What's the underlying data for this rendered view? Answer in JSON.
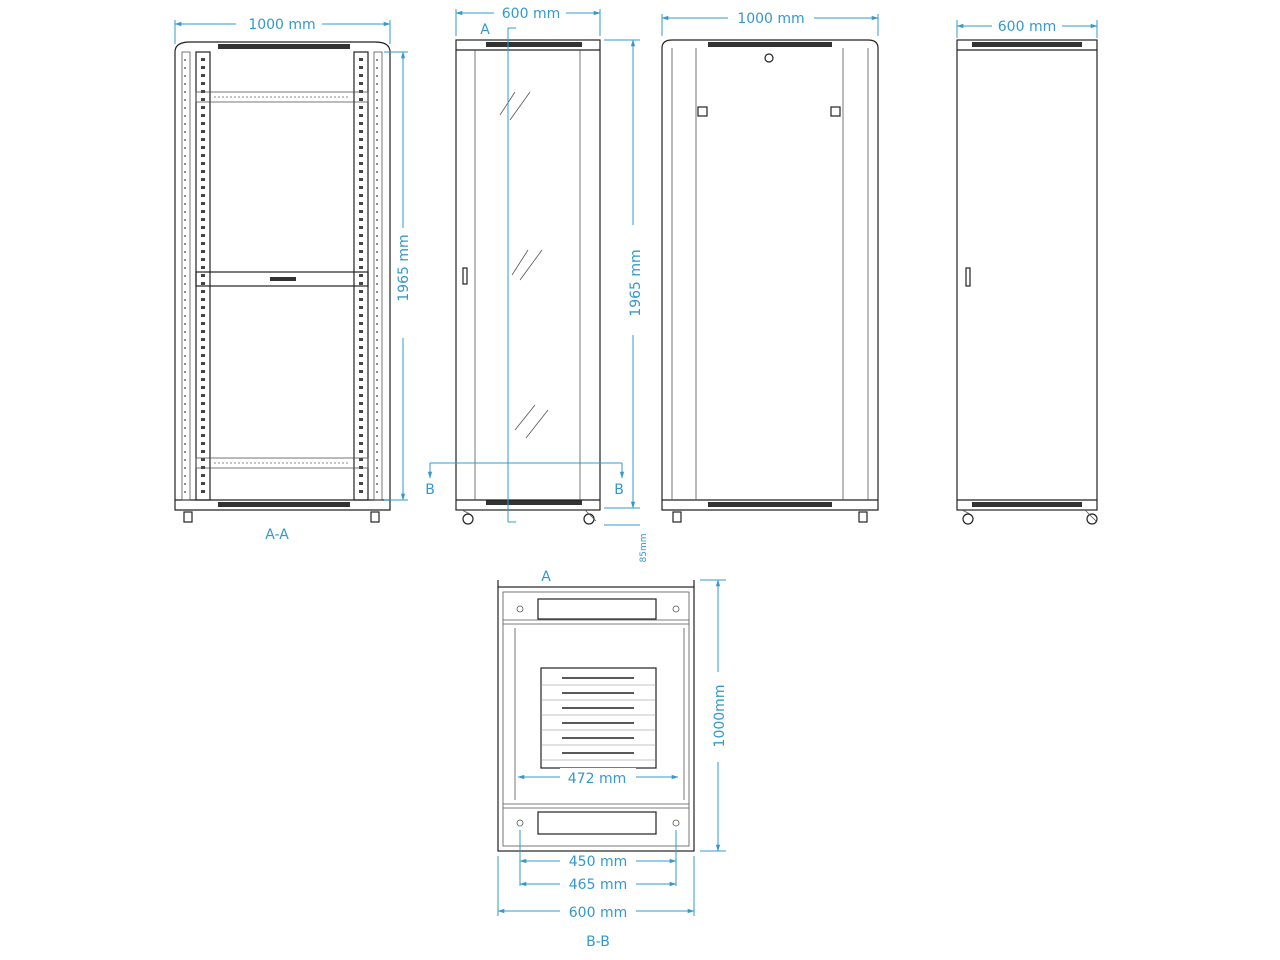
{
  "front_section": {
    "width_label": "1000 mm",
    "height_label": "1965 mm",
    "section_label": "A-A"
  },
  "glass_door": {
    "depth_label": "600 mm",
    "height_label": "1965 mm",
    "marker_a": "A",
    "marker_b_left": "B",
    "marker_b_right": "B",
    "caster_label": "85mm"
  },
  "rear_view": {
    "width_label": "1000 mm"
  },
  "side_view": {
    "depth_label": "600 mm"
  },
  "plan_section": {
    "marker_a": "A",
    "depth_label": "1000mm",
    "inner_label": "472 mm",
    "mount_label_1": "450 mm",
    "mount_label_2": "465 mm",
    "width_label": "600 mm",
    "section_label": "B-B"
  },
  "colors": {
    "dimension": "#3399cc",
    "line": "#222222"
  }
}
